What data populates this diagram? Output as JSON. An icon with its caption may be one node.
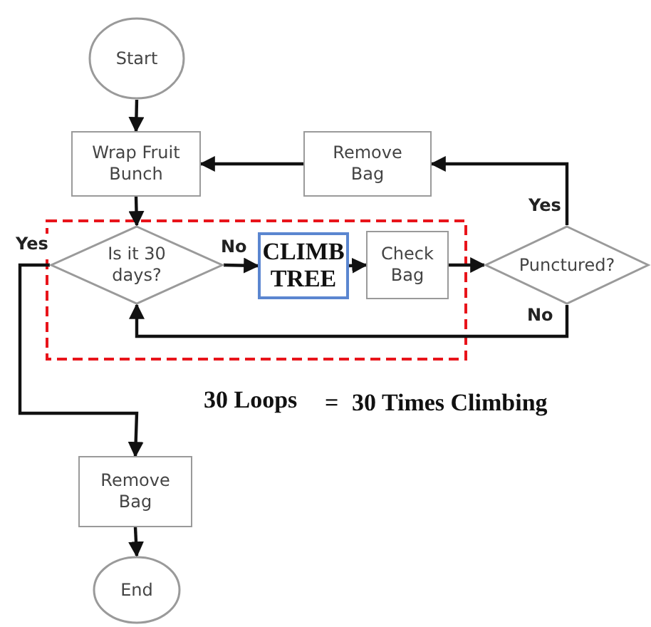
{
  "diagram": {
    "nodes": [
      {
        "text": [
          "Start"
        ]
      },
      {
        "text": [
          "Wrap Fruit Bunch"
        ]
      },
      {
        "text": [
          "Remove Bag"
        ]
      },
      {
        "text": [
          "Is it 30 days?"
        ]
      },
      {
        "text": [
          "CLIMB TREE"
        ]
      },
      {
        "text": [
          "Check Bag"
        ]
      },
      {
        "text": [
          "Punctured?"
        ]
      },
      {
        "text": [
          "Remove Bag"
        ]
      },
      {
        "text": [
          "End"
        ]
      }
    ],
    "edges": [
      {
        "from": 0,
        "to": 1,
        "arrow": "to"
      },
      {
        "from": 2,
        "to": 1,
        "arrow": "to"
      },
      {
        "from": 6,
        "to": 2,
        "arrow": "to",
        "label": "Yes"
      },
      {
        "from": 1,
        "to": 3,
        "arrow": "to"
      },
      {
        "from": 3,
        "to": 4,
        "arrow": "to",
        "label": "No"
      },
      {
        "from": 4,
        "to": 5,
        "arrow": "to"
      },
      {
        "from": 5,
        "to": 6,
        "arrow": "to"
      },
      {
        "from": 6,
        "to": 3,
        "arrow": "to",
        "label": "No"
      },
      {
        "from": 3,
        "to": 7,
        "arrow": "to",
        "label": "Yes"
      },
      {
        "from": 7,
        "to": 8,
        "arrow": "to"
      }
    ],
    "labels": [
      "30 Loops",
      "=",
      "30 Times Climbing"
    ]
  }
}
